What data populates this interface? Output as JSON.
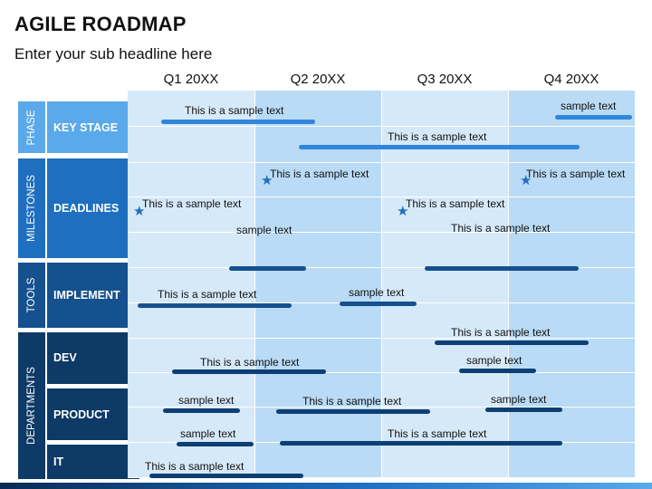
{
  "header": {
    "title": "AGILE ROADMAP",
    "subtitle": "Enter your sub headline here"
  },
  "quarters": [
    "Q1 20XX",
    "Q2 20XX",
    "Q3 20XX",
    "Q4 20XX"
  ],
  "groups": [
    {
      "label": "PHASE",
      "subs": [
        "KEY STAGE"
      ]
    },
    {
      "label": "MILESTONES",
      "subs": [
        "DEADLINES"
      ]
    },
    {
      "label": "TOOLS",
      "subs": [
        "IMPLEMENT"
      ]
    },
    {
      "label": "DEPARTMENTS",
      "subs": [
        "DEV",
        "PRODUCT",
        "IT"
      ]
    }
  ],
  "labels": {
    "phase_q1": "This is a sample text",
    "phase_q4": "sample text",
    "phase_q2q3": "This is a sample text",
    "ms_q2": "This is a sample text",
    "ms_q4": "This is a sample text",
    "ms_q1": "This is a sample text",
    "ms_q3": "This is a sample text",
    "dl_q2": "sample text",
    "dl_q3": "This is a sample text",
    "impl_q1": "This is a sample text",
    "impl_q2": "sample text",
    "impl_q3": "This is a sample text",
    "dev_q1": "This is a sample text",
    "dev_q3": "sample text",
    "prod_q1": "sample text",
    "prod_q2": "This is a sample text",
    "prod_q3": "sample text",
    "it_q1": "sample text",
    "it_q2q3": "This is a sample text",
    "it_q1b": "This is a sample text"
  },
  "colors": {
    "light_bar": "#2f86dc",
    "dark_bar": "#0d3f73",
    "star": "#1e6fc0",
    "phase_box": "#5aa9ea",
    "milestones_box": "#1e6fc0",
    "tools_box": "#15508f",
    "departments_box": "#0d3a66"
  }
}
